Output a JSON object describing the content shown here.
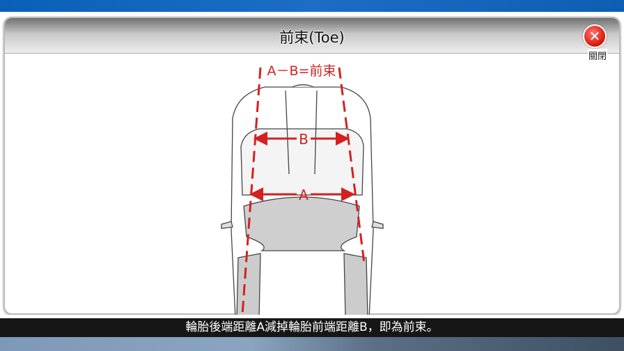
{
  "window": {
    "title": "前束(Toe)",
    "close_label": "關閉"
  },
  "diagram": {
    "formula": "A－B=前束",
    "label_a": "A",
    "label_b": "B",
    "accent": "#d42020"
  },
  "caption": "輪胎後端距離A減掉輪胎前端距離B，即為前束。"
}
